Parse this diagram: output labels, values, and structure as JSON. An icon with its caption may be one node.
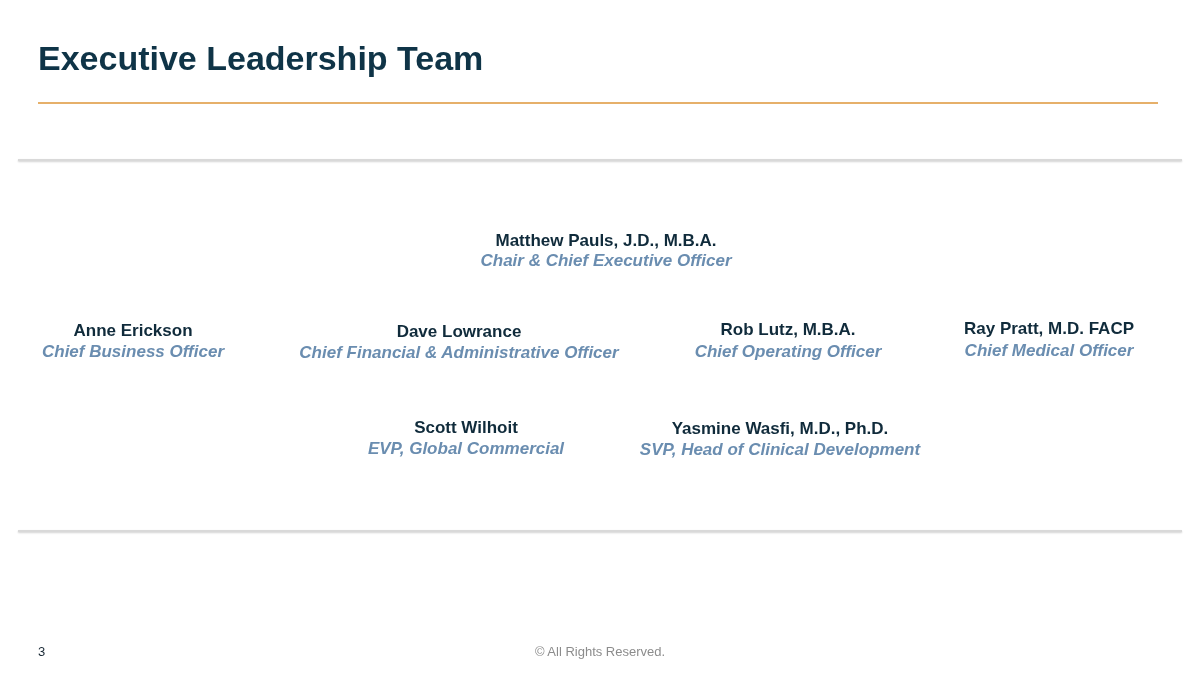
{
  "diagram": {
    "title": "Executive Leadership Team",
    "labels": [
      "Matthew Pauls, J.D., M.B.A.",
      "Chair & Chief Executive Officer",
      "Anne Erickson",
      "Chief Business Officer",
      "Dave Lowrance",
      "Chief Financial & Administrative Officer",
      "Rob Lutz, M.B.A.",
      "Chief Operating Officer",
      "Ray Pratt, M.D. FACP",
      "Chief Medical Officer",
      "Scott Wilhoit",
      "EVP, Global Commercial",
      "Yasmine Wasfi, M.D., Ph.D.",
      "SVP, Head of Clinical Development",
      "3",
      "© All Rights Reserved."
    ]
  }
}
